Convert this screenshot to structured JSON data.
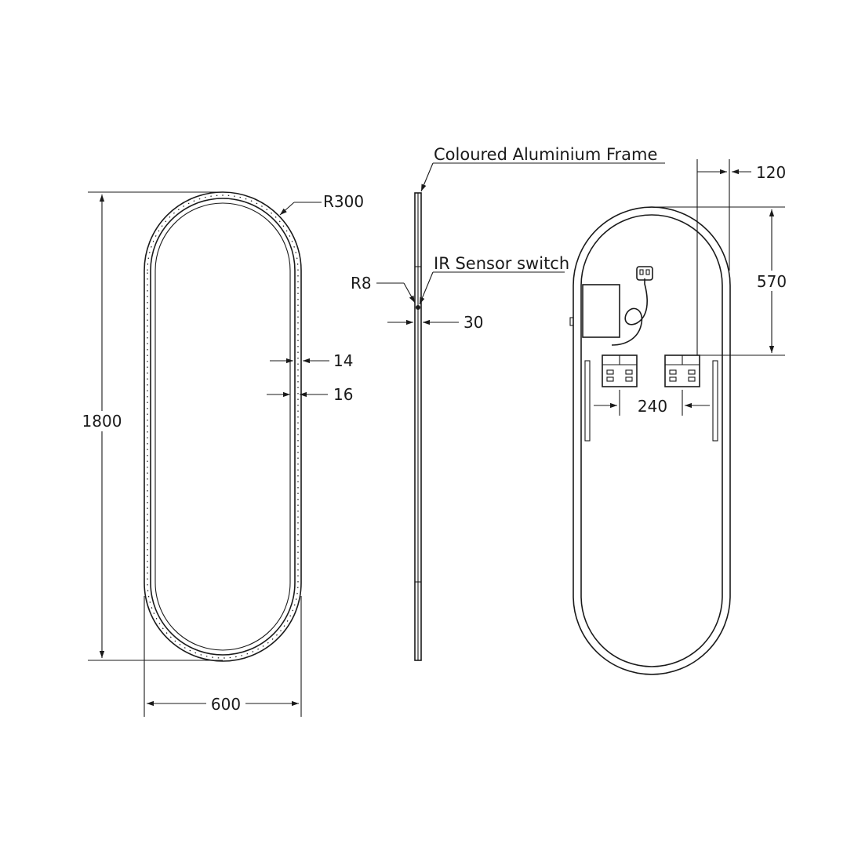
{
  "front_view": {
    "height_label": "1800",
    "width_label": "600",
    "radius_label": "R300",
    "frame_label": "14",
    "inner_label": "16"
  },
  "side_view": {
    "frame_label": "Coloured Aluminium Frame",
    "sensor_label": "IR Sensor switch",
    "edge_radius_label": "R8",
    "depth_label": "30"
  },
  "rear_view": {
    "offset_label": "120",
    "bracket_height_label": "570",
    "bracket_spacing_label": "240"
  }
}
